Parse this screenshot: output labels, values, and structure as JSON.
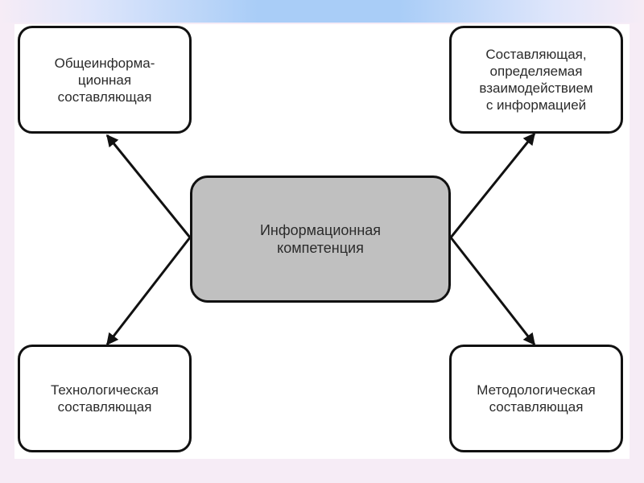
{
  "diagram": {
    "center": "Информационная\nкомпетенция",
    "top_left": "Общеинформа-\nционная\nсоставляющая",
    "top_right": "Составляющая,\nопределяемая\nвзаимодействием\nс информацией",
    "bottom_left": "Технологическая\nсоставляющая",
    "bottom_right": "Методологическая\nсоставляющая"
  },
  "colors": {
    "center_fill": "#c0c0c0",
    "box_border": "#111111",
    "arrow": "#111111",
    "header_band": "#a9cdf7",
    "slide_background": "#f6ecf6"
  }
}
